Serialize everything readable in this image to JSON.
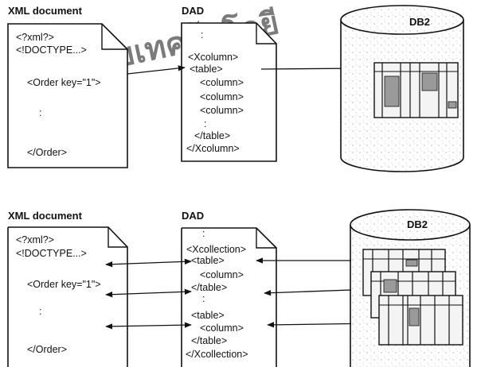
{
  "watermark": {
    "text": "จัยเทคโนโลยี",
    "color": "#c8c8c8"
  },
  "top": {
    "xml_label": "XML document",
    "dad_label": "DAD",
    "db_label": "DB2",
    "xml_lines": [
      "<?xml?>",
      "<!DOCTYPE...>",
      "<Order key=\"1\">",
      ":",
      "</Order>"
    ],
    "dad_lines": [
      ":",
      "<Xcolumn>",
      "<table>",
      "<column>",
      "<column>",
      "<column>",
      ":",
      "</table>",
      "</Xcolumn>"
    ]
  },
  "bottom": {
    "xml_label": "XML document",
    "dad_label": "DAD",
    "db_label": "DB2",
    "xml_lines": [
      "<?xml?>",
      "<!DOCTYPE...>",
      "<Order key=\"1\">",
      ":",
      "</Order>"
    ],
    "dad_lines": [
      ":",
      "<Xcollection>",
      "<table>",
      "<column>",
      "</table>",
      ":",
      "<table>",
      "<column>",
      "</table>",
      "</Xcollection>"
    ]
  },
  "colors": {
    "stroke": "#111111",
    "ink": "#111111",
    "db_fill": "#ffffff",
    "table_fill": "#f4f4f4",
    "table_dark": "#9a9a9a"
  }
}
